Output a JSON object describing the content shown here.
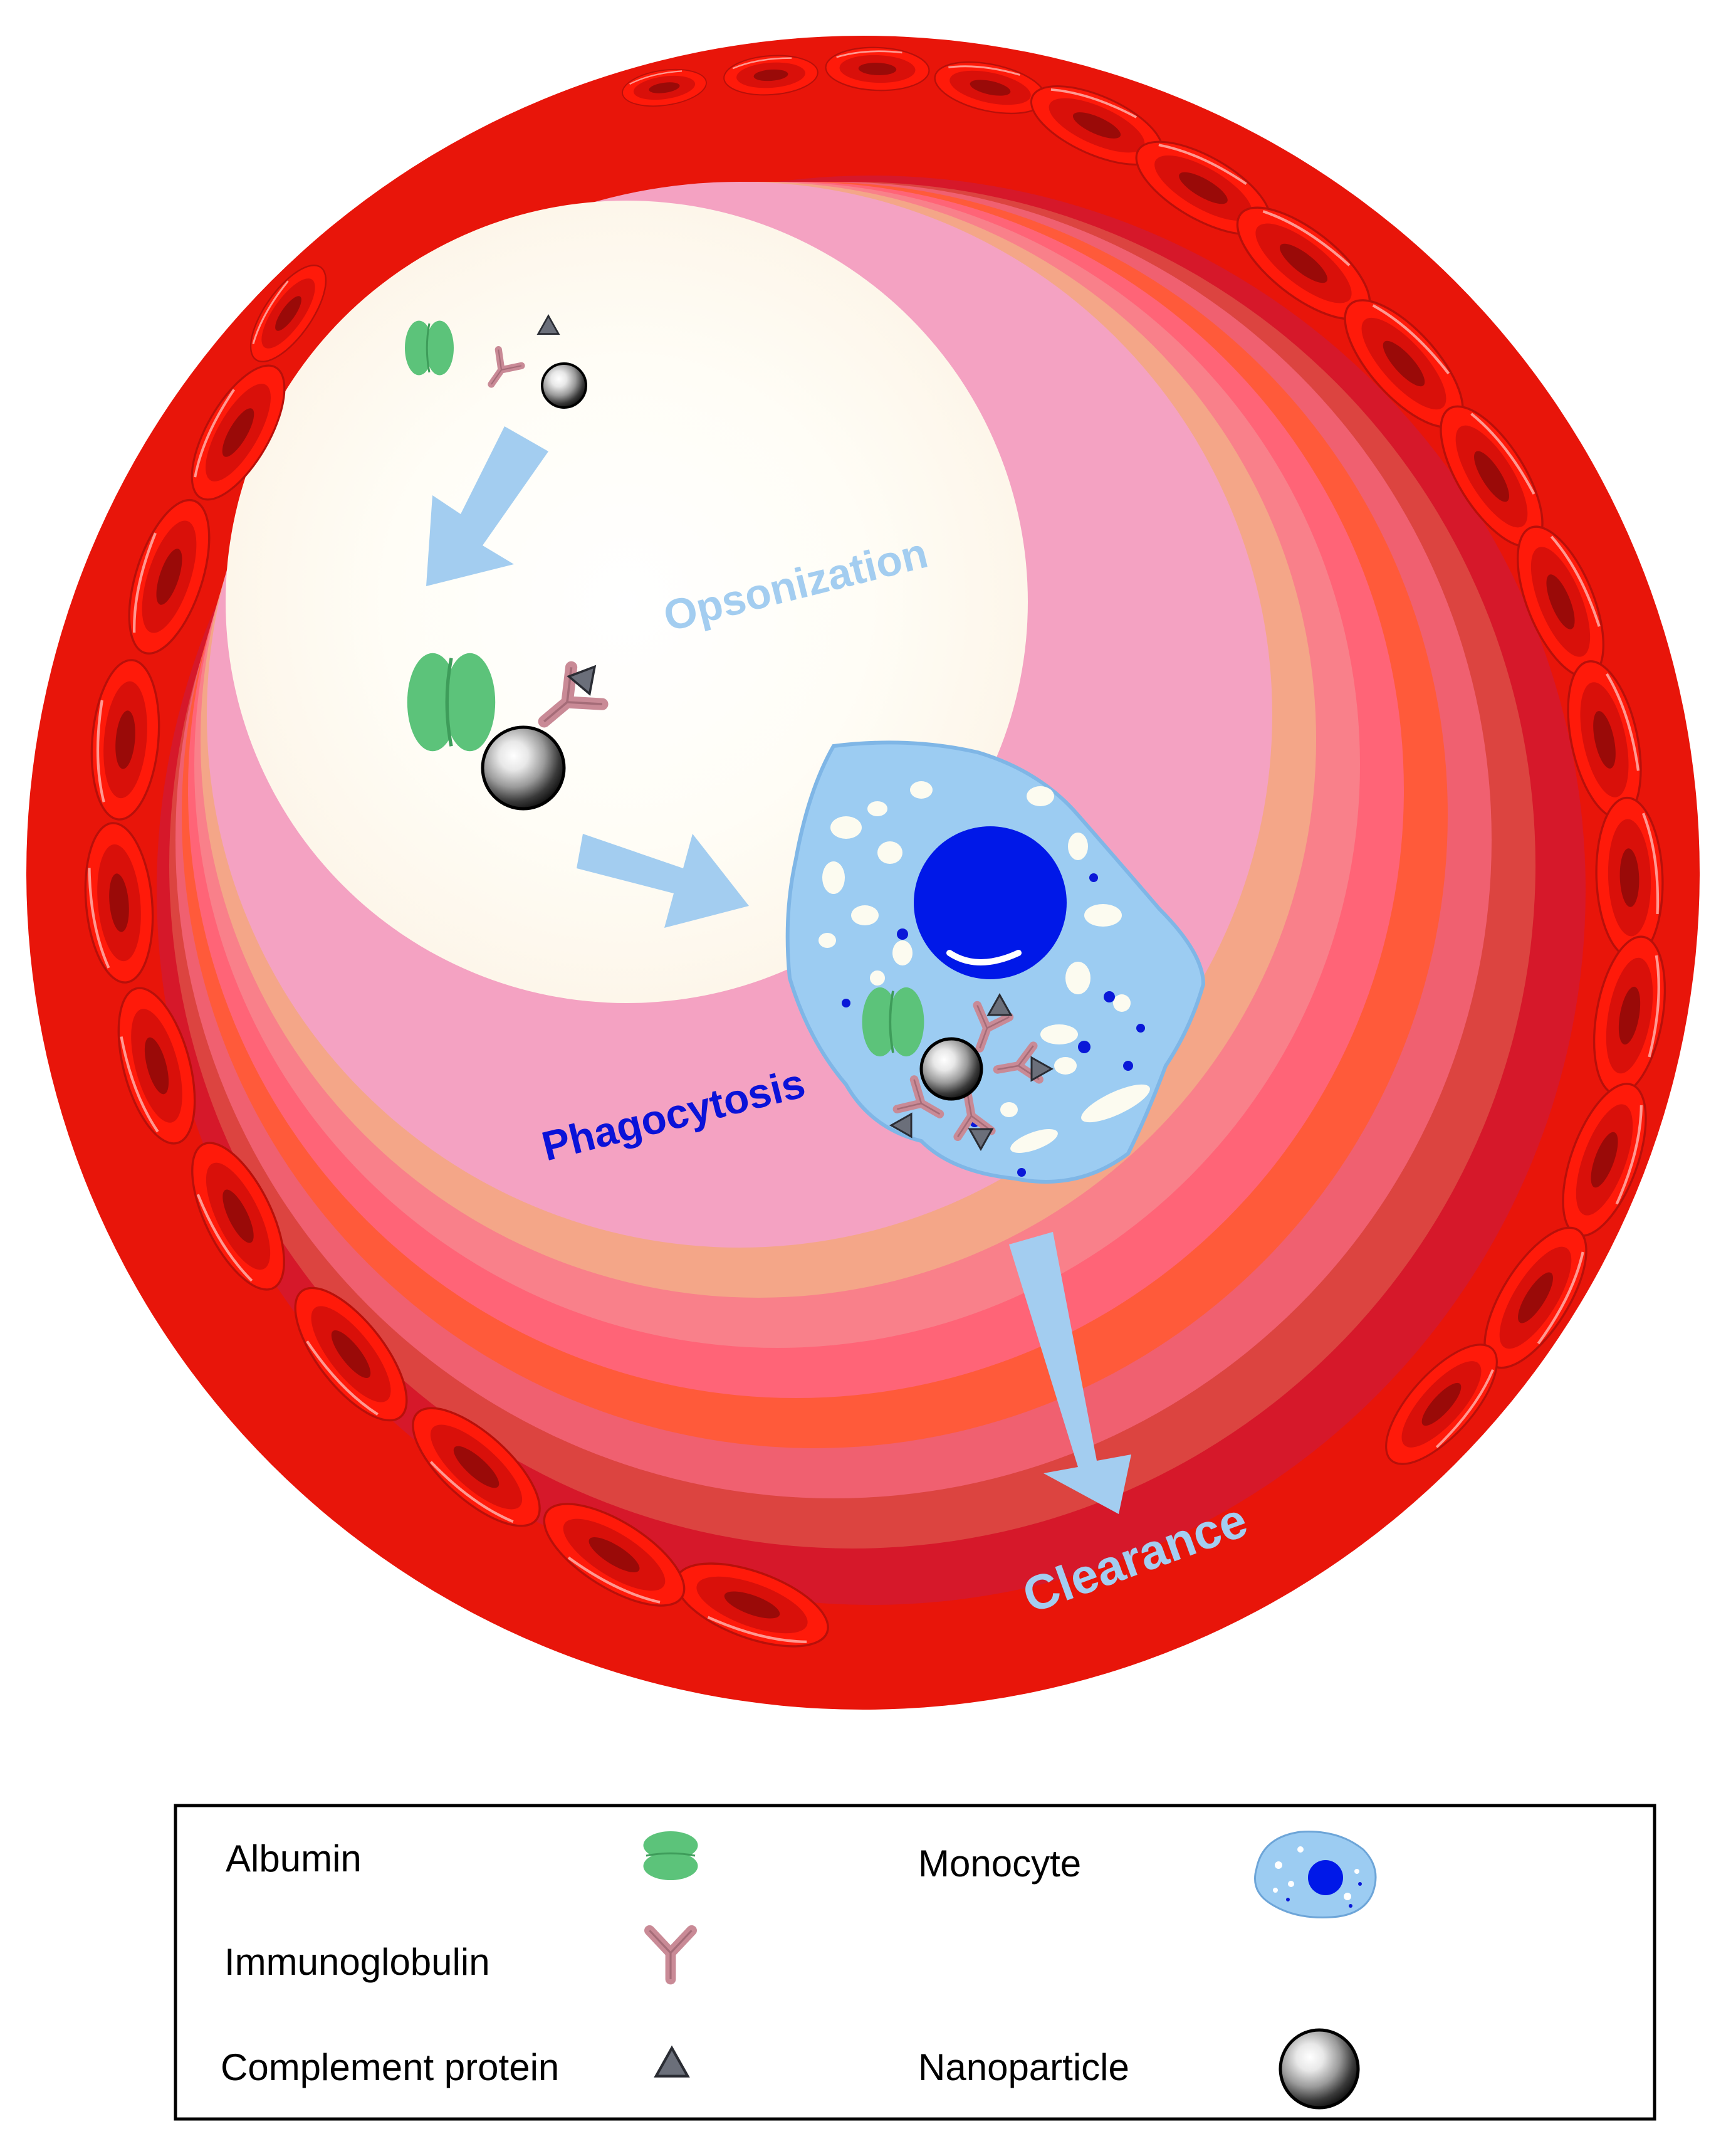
{
  "diagram": {
    "labels": {
      "opsonization": "Opsonization",
      "phagocytosis": "Phagocytosis",
      "clearance": "Clearance"
    },
    "legend": {
      "albumin": "Albumin",
      "immunoglobulin": "Immunoglobulin",
      "complement": "Complement protein",
      "monocyte": "Monocyte",
      "nanoparticle": "Nanoparticle"
    }
  },
  "colors": {
    "vessel_red": "#e8150a",
    "rbc_red": "#ff1a0a",
    "rbc_center": "#9a0a08",
    "albumin_green": "#5cc37a",
    "immunoglobulin_pink": "#c98a96",
    "complement_gray": "#6b6f7a",
    "arrow_blue": "#a3cdf0",
    "monocyte_blue": "#9cccf2",
    "nucleus_blue": "#0018e8",
    "phagocytosis_text": "#0a12d8",
    "process_text": "#a3cdf0"
  },
  "icons": [
    "albumin-icon",
    "immunoglobulin-icon",
    "complement-protein-icon",
    "nanoparticle-icon",
    "monocyte-icon",
    "arrow-icon",
    "red-blood-cell-icon"
  ]
}
